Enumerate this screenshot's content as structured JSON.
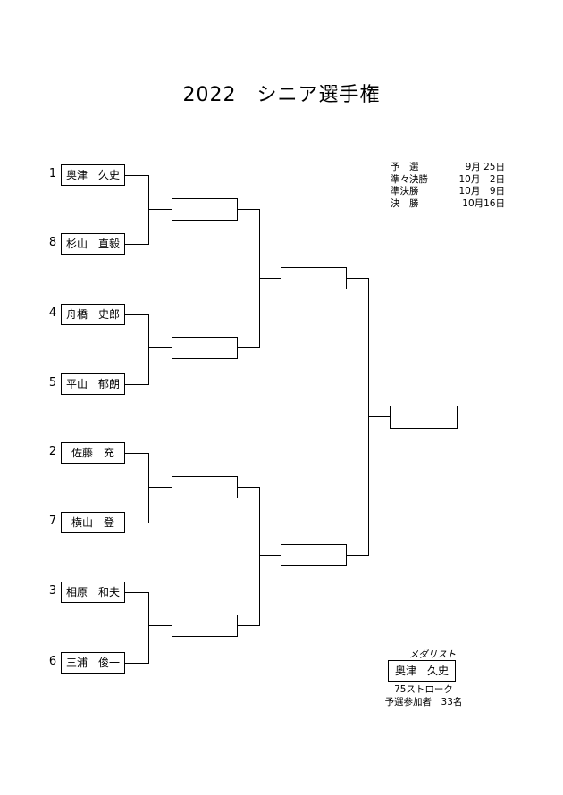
{
  "title": "2022　シニア選手権",
  "players": [
    {
      "seed": "1",
      "name": "奥津　久史"
    },
    {
      "seed": "8",
      "name": "杉山　直毅"
    },
    {
      "seed": "4",
      "name": "舟橋　史郎"
    },
    {
      "seed": "5",
      "name": "平山　郁朗"
    },
    {
      "seed": "2",
      "name": "佐藤　充"
    },
    {
      "seed": "7",
      "name": "横山　登"
    },
    {
      "seed": "3",
      "name": "相原　和夫"
    },
    {
      "seed": "6",
      "name": "三浦　俊一"
    }
  ],
  "schedule": [
    {
      "round": "予　選",
      "date": "9月 25日"
    },
    {
      "round": "準々決勝",
      "date": "10月　2日"
    },
    {
      "round": "準決勝",
      "date": "10月　9日"
    },
    {
      "round": "決　勝",
      "date": "10月16日"
    }
  ],
  "medalist": {
    "label": "メダリスト",
    "name": "奥津　久史",
    "score": "75ストローク",
    "participants": "予選参加者　33名"
  }
}
